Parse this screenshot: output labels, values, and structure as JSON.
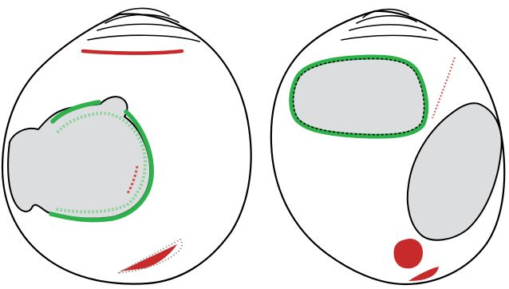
{
  "figure": {
    "panels": [
      {
        "id": "left",
        "view": "apertural"
      },
      {
        "id": "right",
        "view": "dorsal"
      }
    ],
    "colors": {
      "outline": "#000000",
      "fill": "#ffffff",
      "aperture": "#dcdddf",
      "green": "#2db14a",
      "green_dashed": "#8fd39a",
      "red": "#c62a2a",
      "red_dotted": "#d15050",
      "grey_dotted": "#9a9a9a"
    }
  }
}
